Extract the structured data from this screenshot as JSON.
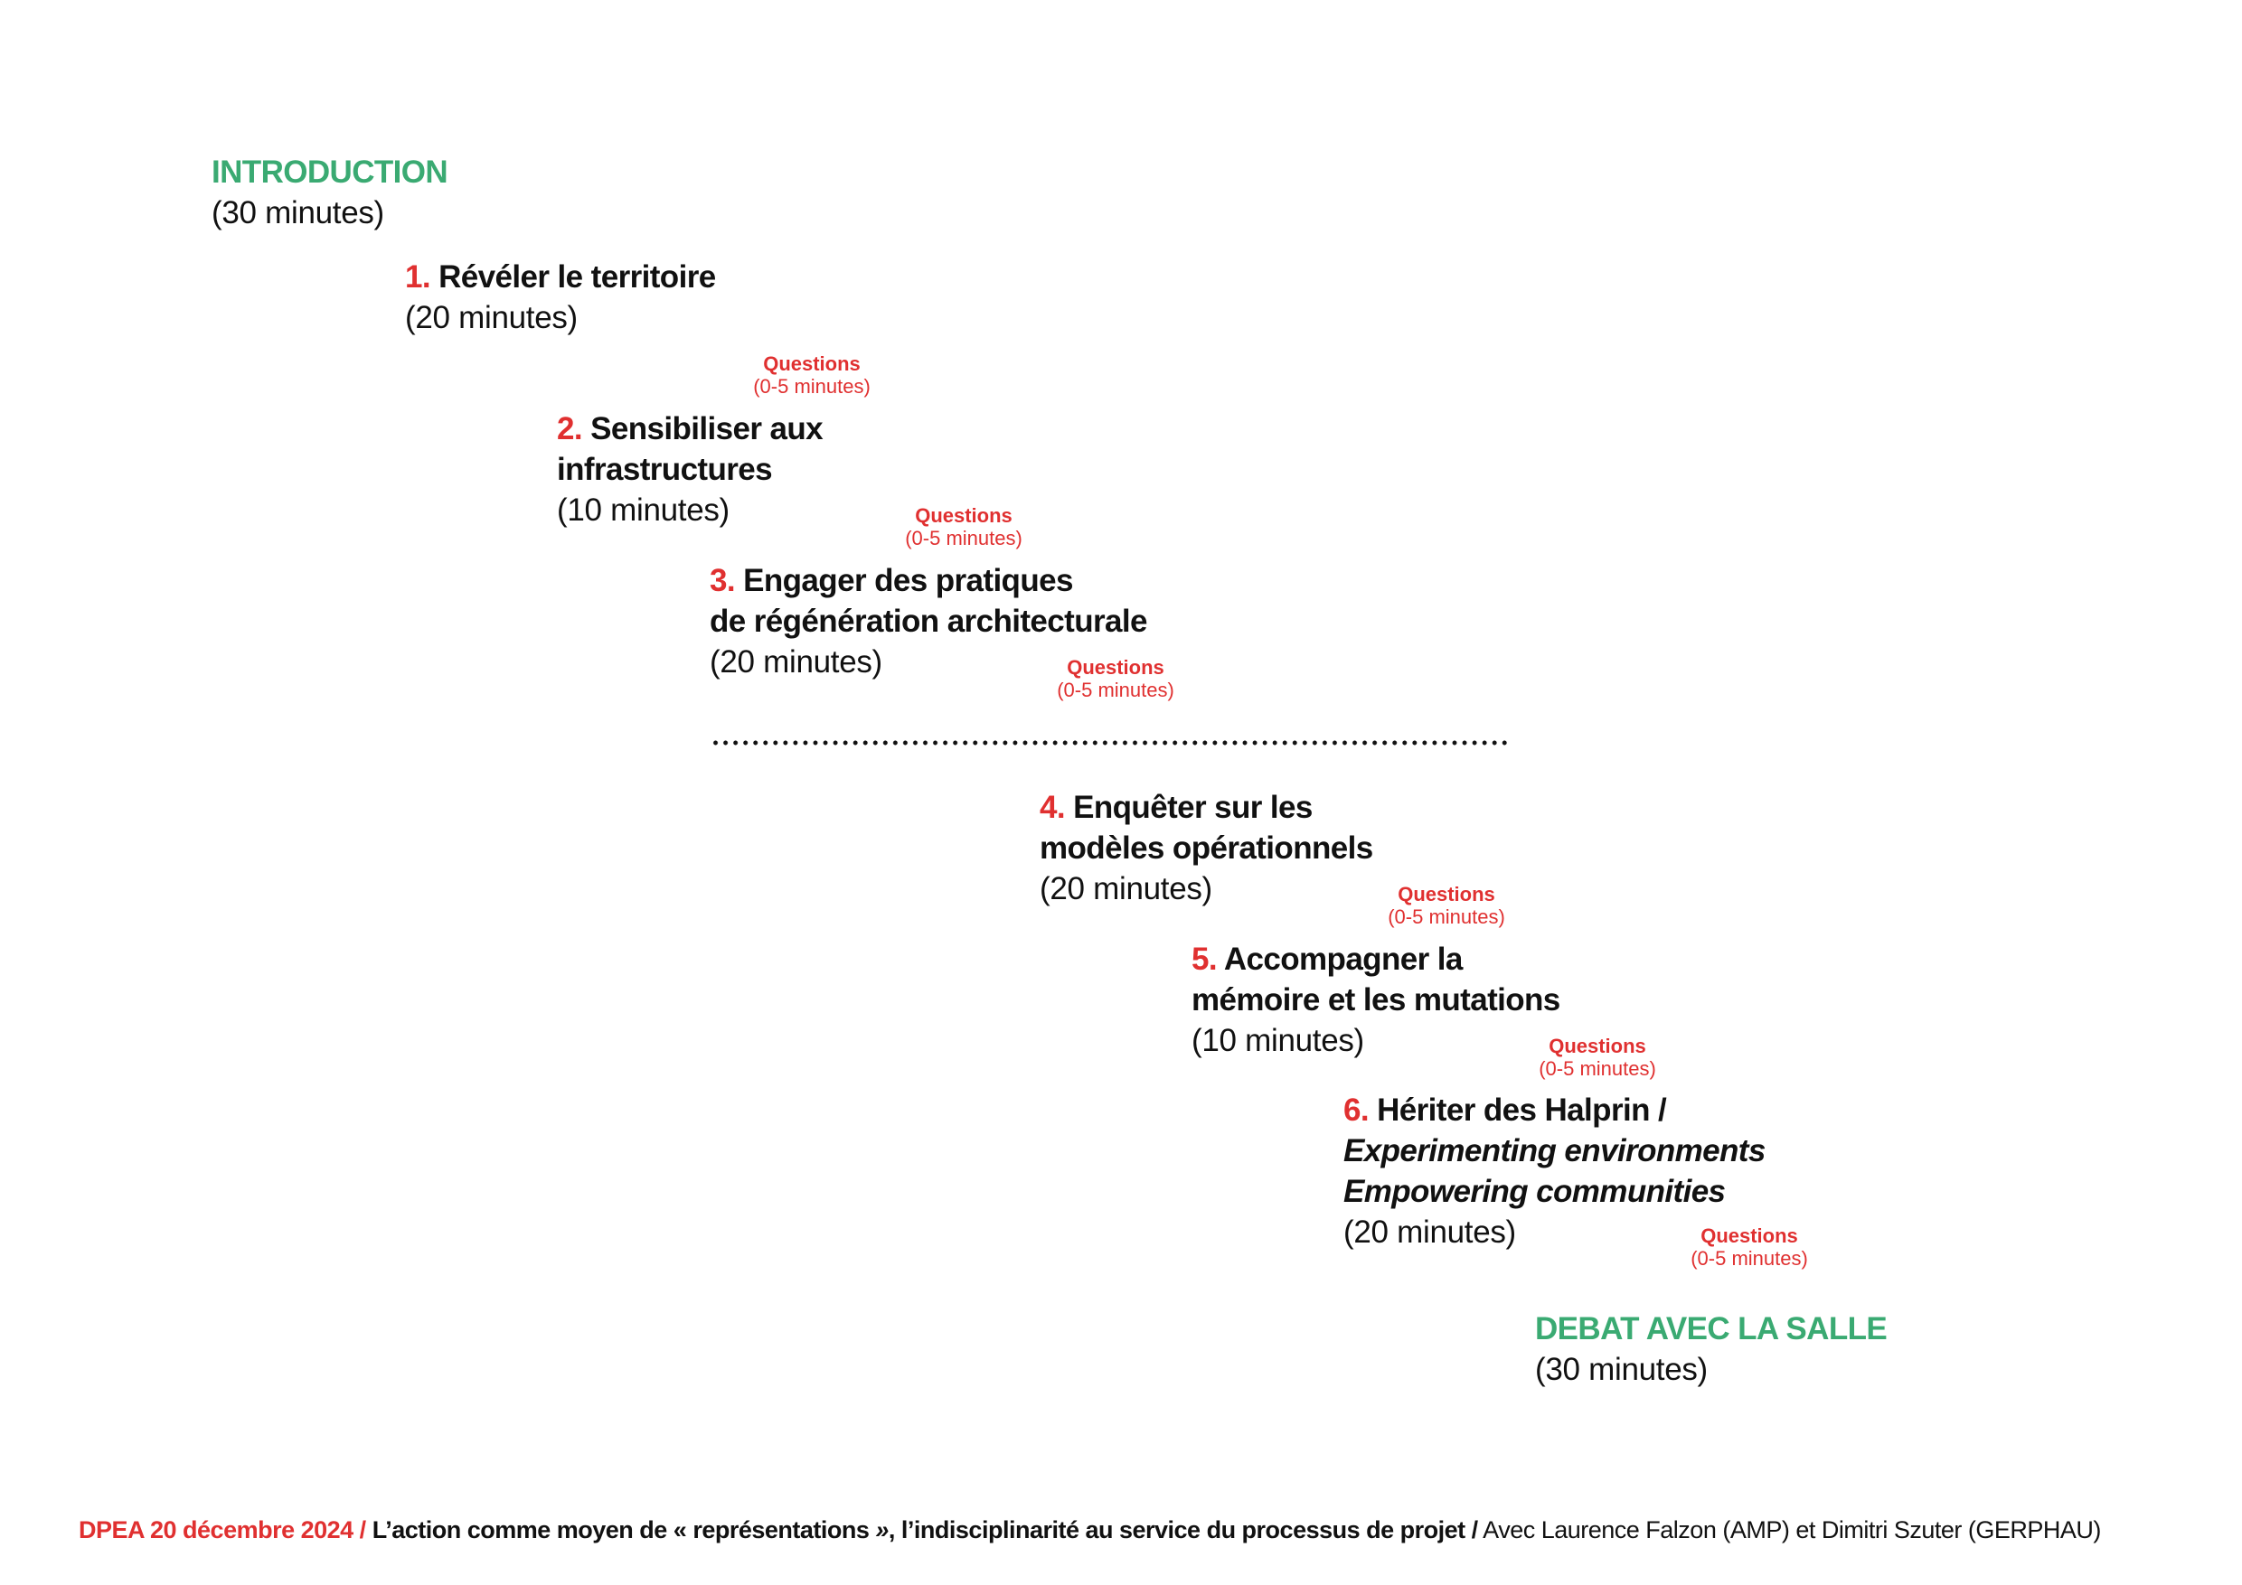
{
  "intro": {
    "title": "INTRODUCTION",
    "duration": "(30 minutes)"
  },
  "sections": [
    {
      "number": "1.",
      "line1": "Révéler le territoire",
      "duration": "(20 minutes)"
    },
    {
      "number": "2.",
      "line1": "Sensibiliser aux",
      "line2": "infrastructures",
      "duration": "(10 minutes)"
    },
    {
      "number": "3.",
      "line1": "Engager des pratiques",
      "line2": "de régénération architecturale",
      "duration": "(20 minutes)"
    },
    {
      "number": "4.",
      "line1": "Enquêter sur les",
      "line2": "modèles opérationnels",
      "duration": "(20 minutes)"
    },
    {
      "number": "5.",
      "line1": "Accompagner la",
      "line2": "mémoire et les mutations",
      "duration": "(10 minutes)"
    },
    {
      "number": "6.",
      "line1": "Hériter des Halprin /",
      "line2": "Experimenting environments",
      "line3": "Empowering communities",
      "duration": "(20 minutes)"
    }
  ],
  "questions": {
    "label": "Questions",
    "duration": "(0-5 minutes)"
  },
  "debate": {
    "title": "DEBAT AVEC LA SALLE",
    "duration": "(30 minutes)"
  },
  "footer": {
    "event": "DPEA 20 décembre 2024 /",
    "title_a": "L’action comme moyen de « représentations",
    "title_b": " »",
    "title_c": ", l’indisciplinarité au service du processus de projet /",
    "credits": " Avec Laurence Falzon (AMP) et Dimitri Szuter (GERPHAU)"
  }
}
